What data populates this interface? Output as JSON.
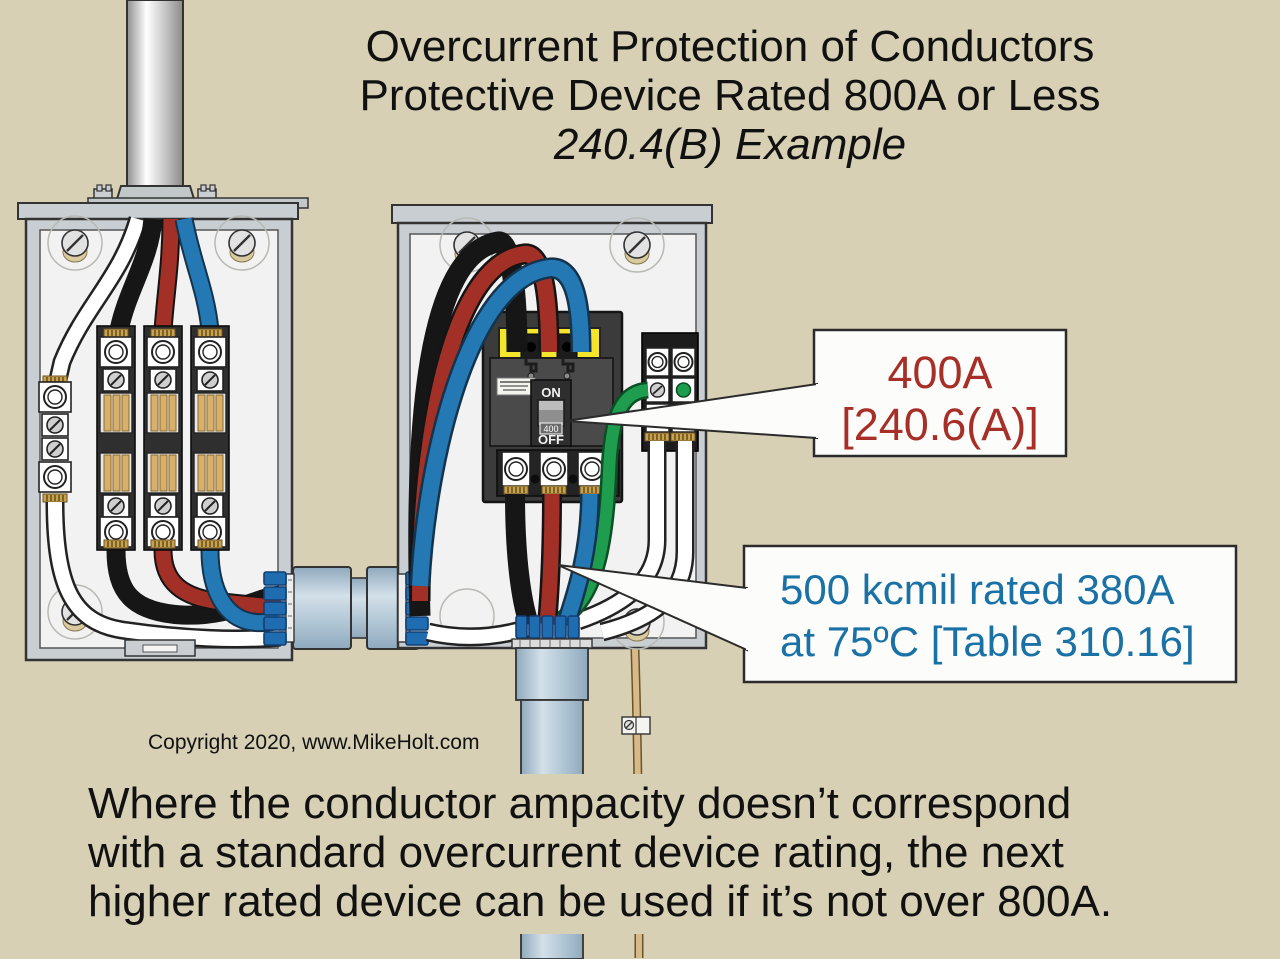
{
  "title": {
    "line1": "Overcurrent Protection of Conductors",
    "line2": "Protective Device Rated 800A or Less",
    "line3": "240.4(B) Example"
  },
  "callouts": {
    "breaker_rating": {
      "line1": "400A",
      "line2": "[240.6(A)]",
      "text_color": "#a72f28"
    },
    "conductor_rating": {
      "line1": "500 kcmil rated 380A",
      "line2": "at 75ºC [Table 310.16]",
      "text_color": "#1a71a6"
    }
  },
  "breaker": {
    "on_label": "ON",
    "off_label": "OFF",
    "handle_label": "400"
  },
  "copyright": "Copyright 2020, www.MikeHolt.com",
  "caption": {
    "line1": "Where the conductor ampacity doesn’t correspond",
    "line2": "with a standard overcurrent device rating, the next",
    "line3": "higher rated device can be used if it’s not over 800A."
  },
  "colors": {
    "background": "#d7d0b5",
    "panel_frame": "#c9ced3",
    "panel_interior": "#f2f2f2",
    "wire_black": "#161616",
    "wire_red": "#a33026",
    "wire_blue": "#2478b4",
    "wire_white": "#ffffff",
    "wire_green": "#1f9d4f",
    "wire_bare": "#d8b98a",
    "connector_blue": "#1f6cb0",
    "breaker_body": "#3b3b3b",
    "terminal_yellow": "#f3e52c",
    "callout_fill": "#fcfcfa"
  }
}
